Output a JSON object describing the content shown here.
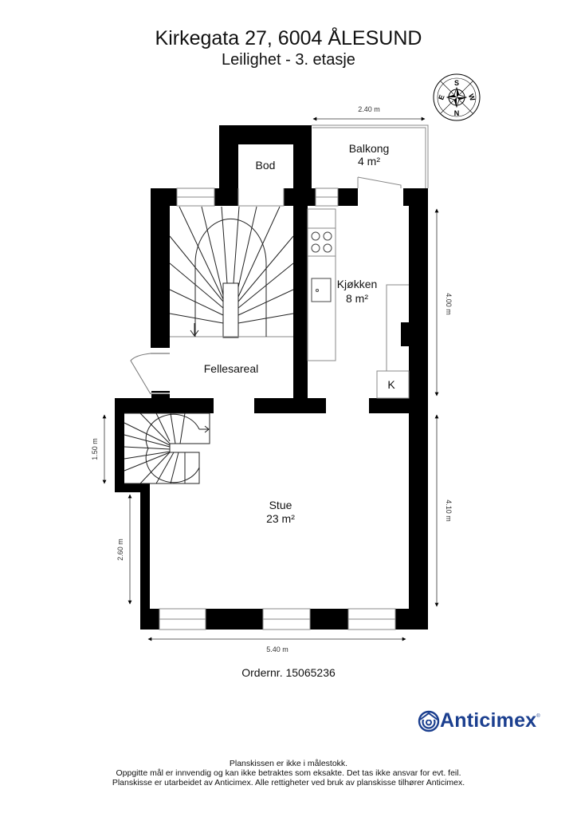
{
  "header": {
    "title": "Kirkegata 27, 6004 ÅLESUND",
    "subtitle": "Leilighet - 3. etasje"
  },
  "compass": {
    "icon": "compass-rose-icon",
    "labels": {
      "top": "S",
      "right": "W",
      "bottom": "N",
      "left": "E"
    }
  },
  "rooms": [
    {
      "name": "Bod",
      "area": ""
    },
    {
      "name": "Balkong",
      "area": "4 m²"
    },
    {
      "name": "Kjøkken",
      "area": "8 m²"
    },
    {
      "name": "Fellesareal",
      "area": ""
    },
    {
      "name": "Stue",
      "area": "23 m²"
    }
  ],
  "fixtures": {
    "fridge_label": "K"
  },
  "dimensions": {
    "balcony_width": "2.40 m",
    "kitchen_length": "4.00 m",
    "living_length": "4.10 m",
    "stair_width": "1.50 m",
    "west_wall": "2.60 m",
    "total_width": "5.40 m"
  },
  "order": "Ordernr. 15065236",
  "brand": {
    "name": "Anticimex",
    "registered": "®",
    "color": "#1b3f8f"
  },
  "footer": {
    "line1": "Planskissen er ikke i målestokk.",
    "line2": "Oppgitte mål er innvendig og kan ikke betraktes som eksakte. Det tas ikke ansvar for evt. feil.",
    "line3": "Planskisse er utarbeidet av Anticimex. Alle rettigheter ved bruk av planskisse tilhører Anticimex."
  }
}
